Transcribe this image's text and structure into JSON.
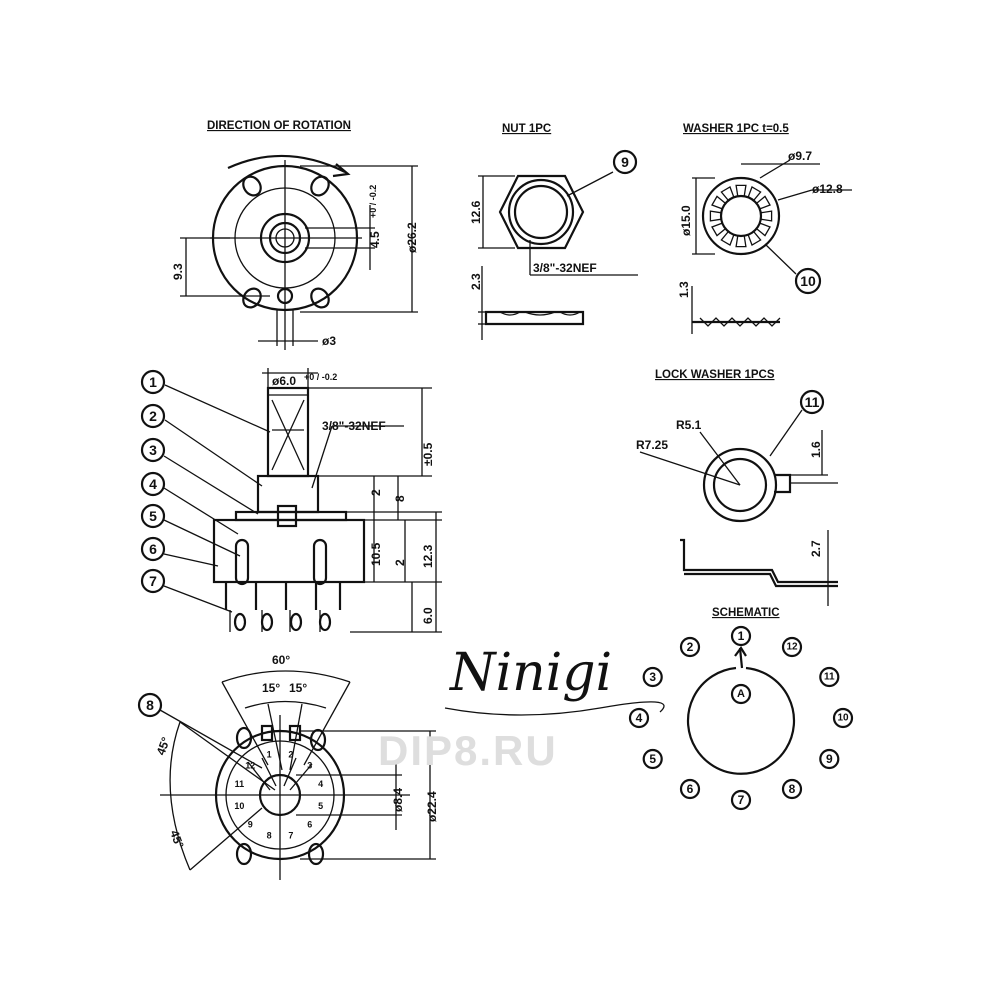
{
  "titles": {
    "rotation": "DIRECTION OF ROTATION",
    "nut": "NUT 1PC",
    "washer": "WASHER 1PC t=0.5",
    "lock_washer": "LOCK WASHER 1PCS",
    "schematic": "SCHEMATIC"
  },
  "brand": "Ninigi",
  "watermark": "DIP8.RU",
  "rotation_view": {
    "dia_outer": "ø26.2",
    "dim_4_5": "4.5",
    "tol_4_5": "+0 / -0.2",
    "dim_9_3": "9.3",
    "dia_3": "ø3"
  },
  "nut_view": {
    "height": "12.6",
    "thread": "3/8\"-32NEF",
    "thickness": "2.3",
    "callout": "9"
  },
  "washer_view": {
    "inner": "ø9.7",
    "mid": "ø12.8",
    "outer": "ø15.0",
    "thickness": "1.3",
    "callout": "10"
  },
  "side_view": {
    "shaft_dia": "ø6.0",
    "shaft_tol": "+0 / -0.2",
    "thread": "3/8\"-32NEF",
    "dim_pm": "±0.5",
    "dim_2a": "2",
    "dim_8": "8",
    "dim_10_5": "10.5",
    "dim_2b": "2",
    "dim_12_3": "12.3",
    "dim_6_0": "6.0",
    "callouts": [
      "1",
      "2",
      "3",
      "4",
      "5",
      "6",
      "7"
    ]
  },
  "lock_washer_view": {
    "r_small": "R5.1",
    "r_large": "R7.25",
    "dim_1_6": "1.6",
    "dim_2_7": "2.7",
    "callout": "11"
  },
  "bottom_view": {
    "angle_60": "60°",
    "angle_15a": "15°",
    "angle_15b": "15°",
    "angle_45a": "45°",
    "angle_45b": "45°",
    "dia_8_4": "ø8.4",
    "dia_22_4": "ø22.4",
    "callout": "8",
    "pin_marks": [
      "1",
      "2",
      "3",
      "4",
      "5",
      "6",
      "7",
      "8",
      "9",
      "10",
      "11",
      "12"
    ]
  },
  "schematic": {
    "common": "A",
    "terminals": [
      "1",
      "2",
      "3",
      "4",
      "5",
      "6",
      "7",
      "8",
      "9",
      "10",
      "11",
      "12"
    ]
  }
}
